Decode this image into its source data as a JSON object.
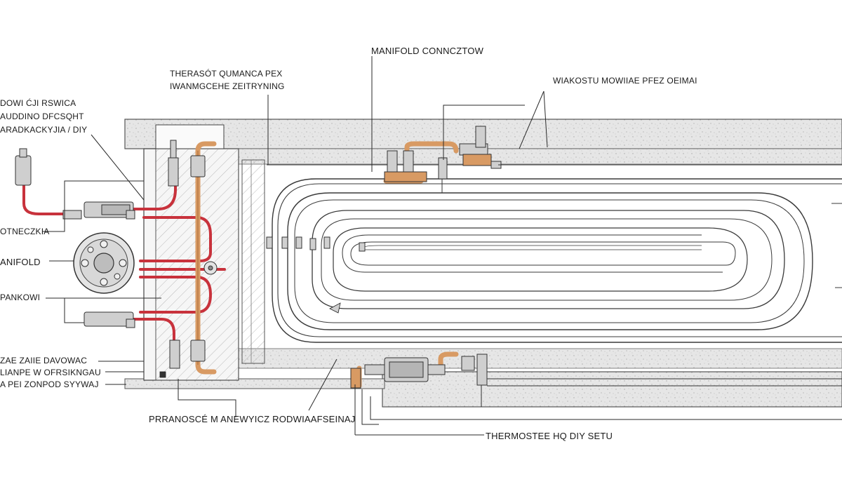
{
  "colors": {
    "concrete": "#e3e3e3",
    "hot_pipe": "#c8323c",
    "copper": "#d89a63",
    "steel": "#8e8e8e",
    "line": "#2a2a2a"
  },
  "labels": {
    "manifold_connectors": "MANIFOLD CONNCZTOW",
    "wiakostu": "WIAKOSTU MOWIIAE PFEZ OEIMAI",
    "thermostat_pex_1": "THERASÓT QUMANCA PEX",
    "thermostat_pex_2": "IWANMGCEHE ZEITRYNING",
    "left_top_1": "DOWI ĆJI RSWICA",
    "left_top_2": "AUDDINO DFCSQHT",
    "left_top_3": "ARADKACKYJIA / DIY",
    "left_otneczkia": "OTNECZKIA",
    "left_manifold": "ANIFOLD",
    "left_pankowi": "PANKOWI",
    "left_bottom_1": "ZAE ZAIIE DAVOWAC",
    "left_bottom_2": "LIANPE W OFRSIKNGAU",
    "left_bottom_3": "A PEI ZONPOD SYYWAJ",
    "bottom_center": "PRRANOSCÉ M ANEWYICZ RODWIAAFSEINAJ",
    "bottom_right": "THERMOSTEE HQ DIY SETU"
  }
}
